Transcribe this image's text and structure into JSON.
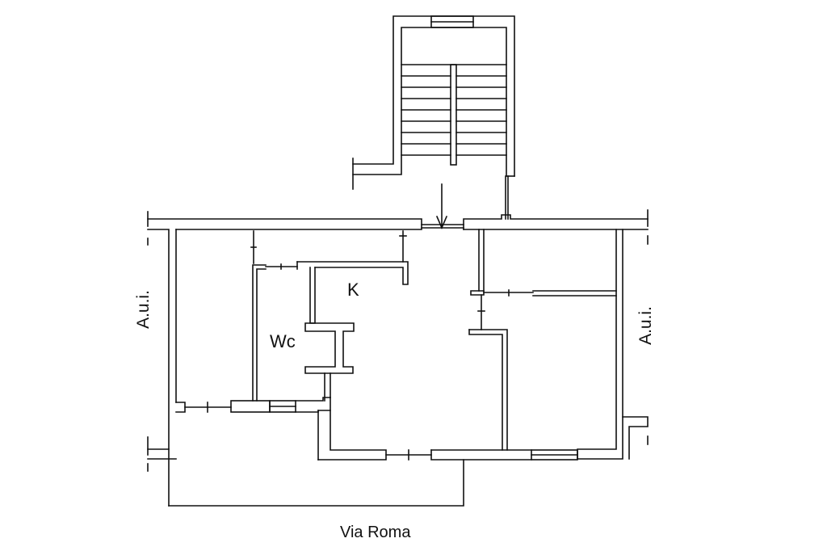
{
  "labels": {
    "kitchen": "K",
    "wc": "Wc",
    "adjacent_left": "A.u.i.",
    "adjacent_right": "A.u.i.",
    "street": "Via Roma"
  },
  "colors": {
    "line": "#111111",
    "background": "#ffffff"
  }
}
